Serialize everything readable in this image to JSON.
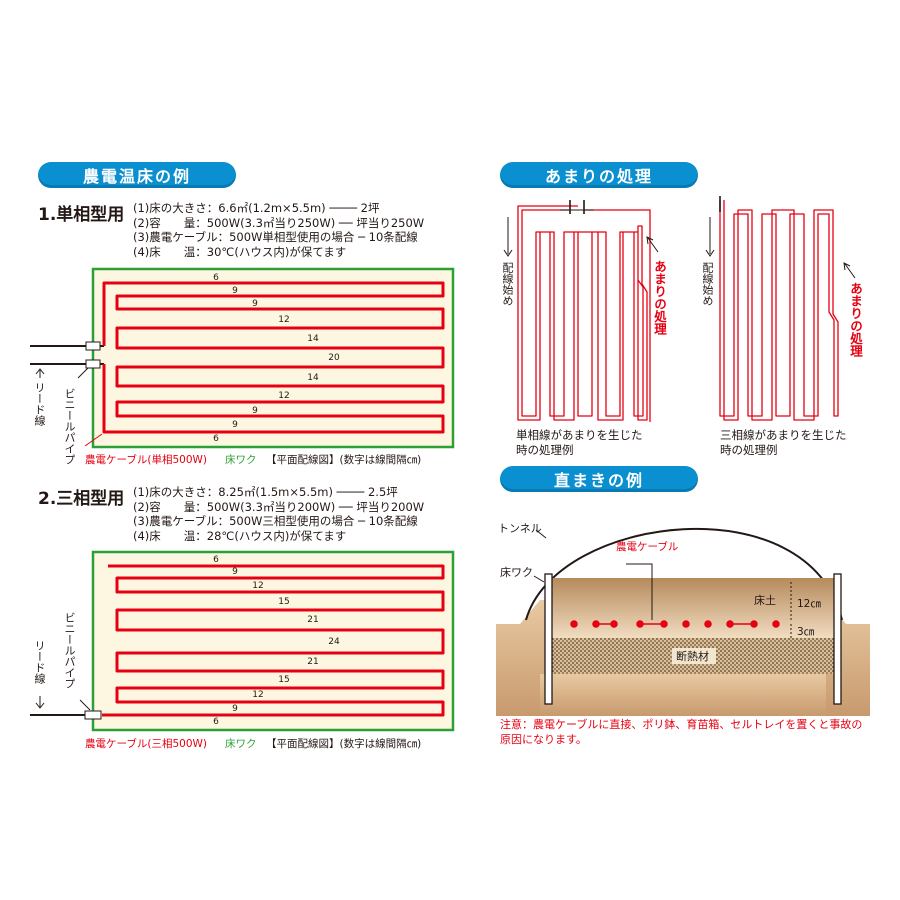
{
  "left": {
    "banner": "農電温床の例",
    "section1": {
      "title": "1.単相型用",
      "specs": [
        "(1)床の大きさ：6.6㎡(1.2m×5.5m) ──── 2坪",
        "(2)容　　量：500W(3.3㎡当り250W) ── 坪当り250W",
        "(3)農電ケーブル：500W単相型使用の場合 ─ 10条配線",
        "(4)床　　温：30℃(ハウス内)が保てます"
      ],
      "spacing_labels": [
        "6",
        "9",
        "9",
        "12",
        "14",
        "20",
        "14",
        "12",
        "9",
        "9",
        "6"
      ],
      "lead_label": "リード線",
      "pipe_label": "ビニールパイプ",
      "cable_label": "農電ケーブル(単相500W)",
      "frame_label": "床ワク",
      "caption": "【平面配線図】(数字は線間隔㎝)"
    },
    "section2": {
      "title": "2.三相型用",
      "specs": [
        "(1)床の大きさ：8.25㎡(1.5m×5.5m) ──── 2.5坪",
        "(2)容　　量：500W(3.3㎡当り200W) ── 坪当り200W",
        "(3)農電ケーブル：500W三相型使用の場合 ─ 10条配線",
        "(4)床　　温：28℃(ハウス内)が保てます"
      ],
      "spacing_labels": [
        "6",
        "9",
        "12",
        "15",
        "21",
        "24",
        "21",
        "15",
        "12",
        "9",
        "6"
      ],
      "lead_label": "リード線",
      "pipe_label": "ビニールパイプ",
      "cable_label": "農電ケーブル(三相500W)",
      "frame_label": "床ワク",
      "caption": "【平面配線図】(数字は線間隔㎝)"
    }
  },
  "right": {
    "banner_excess": "あまりの処理",
    "excess_single": {
      "start_label": "配線始め",
      "excess_label": "あまりの処理",
      "caption": [
        "単相線があまりを生じた",
        "時の処理例"
      ]
    },
    "excess_three": {
      "start_label": "配線始め",
      "excess_label": "あまりの処理",
      "caption": [
        "三相線があまりを生じた",
        "時の処理例"
      ]
    },
    "banner_direct": "直まきの例",
    "direct": {
      "tunnel": "トンネル",
      "frame": "床ワク",
      "cable": "農電ケーブル",
      "soil": "床土",
      "depth1": "12㎝",
      "depth2": "3㎝",
      "insulation": "断熱材"
    },
    "notice": [
      "注意：農電ケーブルに直接、ポリ鉢、育苗箱、セルトレイを置くと事故の",
      "原因になります。"
    ]
  },
  "colors": {
    "banner": "#0a8fd0",
    "cable": "#e60012",
    "frame": "#2aa036",
    "bed": "#fdf7e1"
  }
}
